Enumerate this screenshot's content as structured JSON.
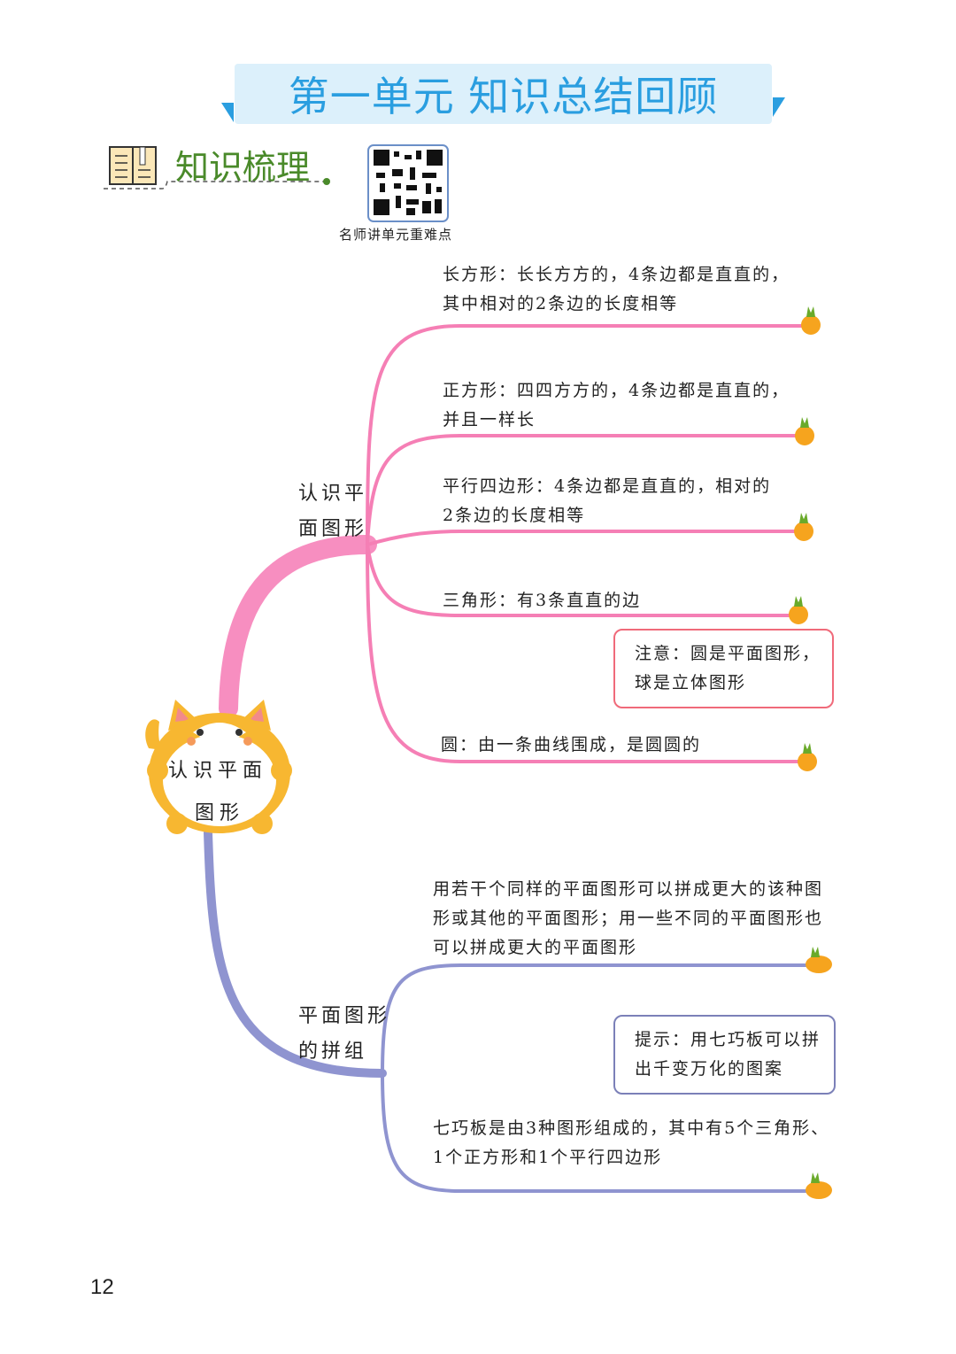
{
  "header": {
    "title": "第一单元 知识总结回顾",
    "section": "知识梳理",
    "qr_caption": "名师讲单元重难点"
  },
  "center": {
    "line1": "认识平面",
    "line2": "图形"
  },
  "branch1": {
    "label_line1": "认识平",
    "label_line2": "面图形",
    "items": [
      {
        "line1": "长方形：长长方方的，4条边都是直直的，",
        "line2": "其中相对的2条边的长度相等"
      },
      {
        "line1": "正方形：四四方方的，4条边都是直直的，",
        "line2": "并且一样长"
      },
      {
        "line1": "平行四边形：4条边都是直直的，相对的",
        "line2": "2条边的长度相等"
      },
      {
        "line1": "三角形：有3条直直的边"
      },
      {
        "line1": "圆：由一条曲线围成，是圆圆的"
      }
    ],
    "note": {
      "line1": "注意：圆是平面图形，",
      "line2": "球是立体图形"
    }
  },
  "branch2": {
    "label_line1": "平面图形",
    "label_line2": "的拼组",
    "items": [
      {
        "line1": "用若干个同样的平面图形可以拼成更大的该种图",
        "line2": "形或其他的平面图形；用一些不同的平面图形也",
        "line3": "可以拼成更大的平面图形"
      },
      {
        "line1": "七巧板是由3种图形组成的，其中有5个三角形、",
        "line2": "1个正方形和1个平行四边形"
      }
    ],
    "note": {
      "line1": "提示：用七巧板可以拼",
      "line2": "出千变万化的图案"
    }
  },
  "page_number": "12",
  "colors": {
    "pink": "#f57fb5",
    "purple": "#8f94d0",
    "blue": "#2a9ee0",
    "green": "#4a8a2a"
  }
}
